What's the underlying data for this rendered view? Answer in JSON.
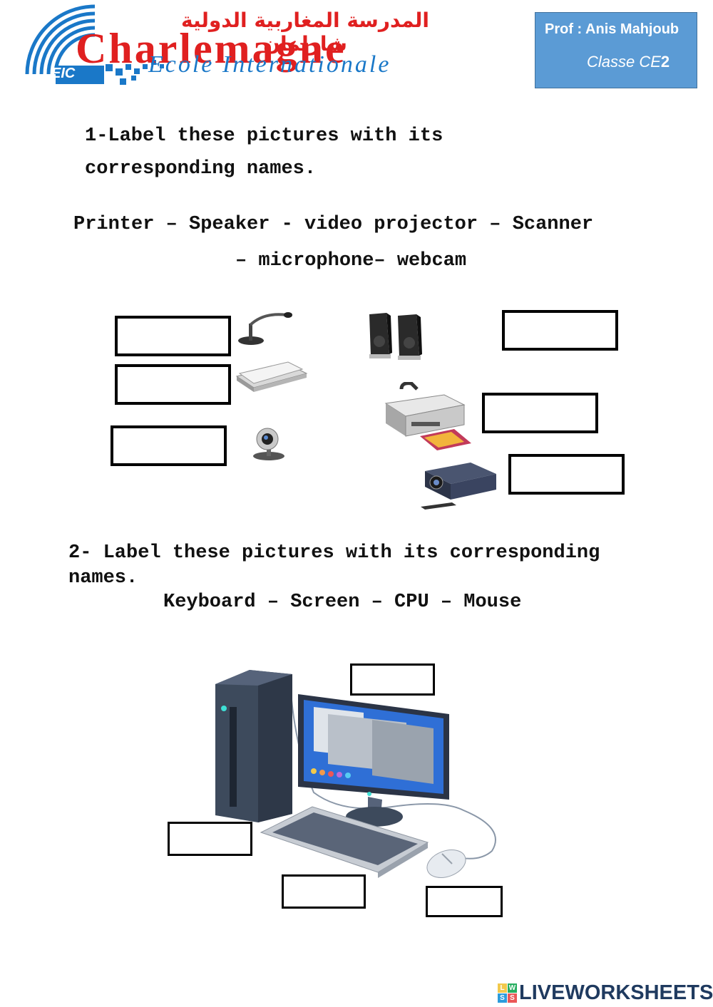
{
  "header": {
    "arabic_title": "المدرسة المغاربية الدولية شارلمان",
    "logo_name": "Charlemagne",
    "logo_sub": "Ecole Internationale",
    "logo_badge": "EIC",
    "prof_label": "Prof : Anis Mahjoub",
    "class_prefix": "Classe CE",
    "class_num": "2"
  },
  "section1": {
    "instruction_line1": "1-Label these pictures with its",
    "instruction_line2": "corresponding names.",
    "word_bank_line1": "Printer – Speaker - video projector – Scanner",
    "word_bank_line2": "– microphone– webcam"
  },
  "section2": {
    "instruction_line1": "2- Label these pictures with its corresponding",
    "instruction_line2": "names.",
    "word_bank": "Keyboard – Screen – CPU – Mouse"
  },
  "footer": {
    "brand": "LIVEWORKSHEETS",
    "icon_letters": [
      "L",
      "W",
      "S",
      "S"
    ]
  },
  "colors": {
    "logo_red": "#e02020",
    "logo_blue": "#1a78c8",
    "prof_box": "#5b9bd5",
    "cpu_dark": "#3d4a5c",
    "screen_blue": "#2f6fd6"
  }
}
